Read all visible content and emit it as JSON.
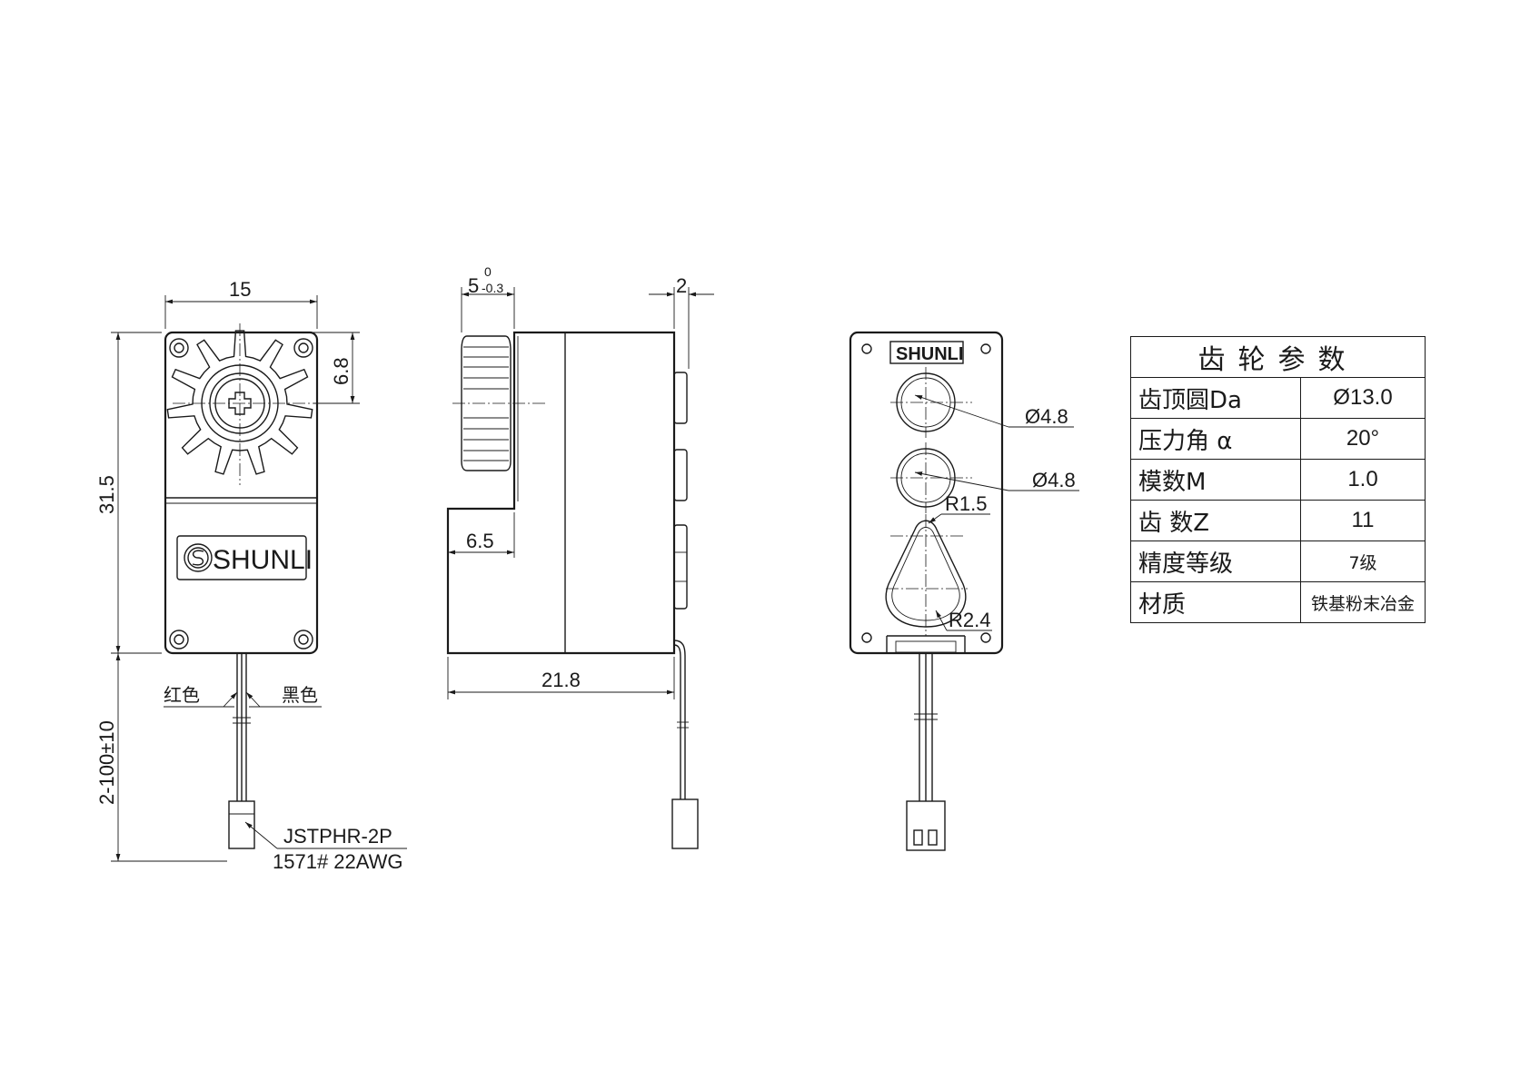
{
  "front_view": {
    "dim_width": "15",
    "dim_height": "31.5",
    "dim_gear_offset": "6.8",
    "dim_lead": "2-100±10",
    "logo_text": "SHUNLI",
    "wire_red": "红色",
    "wire_black": "黑色",
    "connector_model": "JSTPHR-2P",
    "wire_spec": "1571# 22AWG"
  },
  "side_view": {
    "dim_gear_width": "5",
    "dim_tol_upper": "0",
    "dim_tol_lower": "-0.3",
    "dim_shaft": "2",
    "dim_step": "6.5",
    "dim_length": "21.8"
  },
  "rear_view": {
    "label": "SHUNLI",
    "dim_hole1": "Ø4.8",
    "dim_hole2": "Ø4.8",
    "dim_r_small": "R1.5",
    "dim_r_large": "R2.4"
  },
  "gear_table": {
    "title": "齿轮参数",
    "rows": [
      {
        "key": "齿顶圆Da",
        "value": "Ø13.0"
      },
      {
        "key": "压力角 α",
        "value": "20°"
      },
      {
        "key": "模数M",
        "value": "1.0"
      },
      {
        "key": "齿 数Z",
        "value": "11"
      },
      {
        "key": "精度等级",
        "value": "7级"
      },
      {
        "key": "材质",
        "value": "铁基粉末冶金"
      }
    ]
  }
}
